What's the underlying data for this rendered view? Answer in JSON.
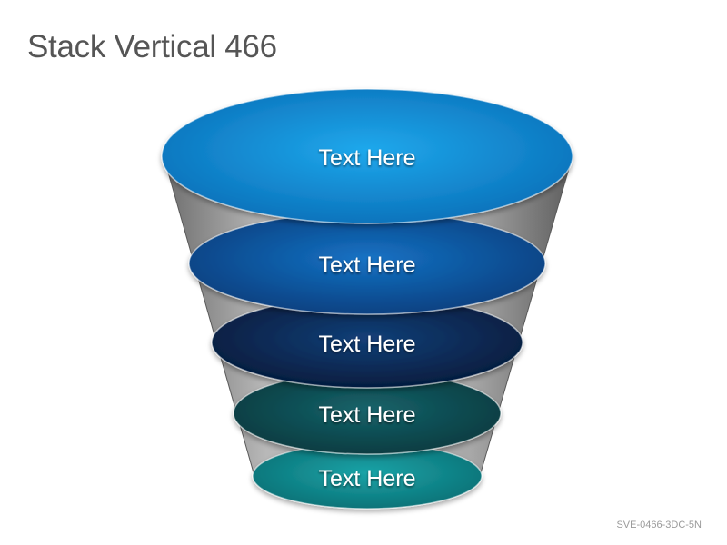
{
  "title": "Stack Vertical 466",
  "footer_code": "SVE-0466-3DC-5N",
  "layers": [
    {
      "label": "Text Here",
      "color_light": "#1fa8ec",
      "color_dark": "#0a6fb8"
    },
    {
      "label": "Text Here",
      "color_light": "#1572c4",
      "color_dark": "#083d7c"
    },
    {
      "label": "Text Here",
      "color_light": "#133f78",
      "color_dark": "#041a3a"
    },
    {
      "label": "Text Here",
      "color_light": "#17636a",
      "color_dark": "#06393e"
    },
    {
      "label": "Text Here",
      "color_light": "#1aa3a7",
      "color_dark": "#0a6f74"
    }
  ],
  "colors": {
    "funnel_body": "#8a8a8a",
    "title_text": "#555555",
    "footer_text": "#9a9a9a"
  }
}
